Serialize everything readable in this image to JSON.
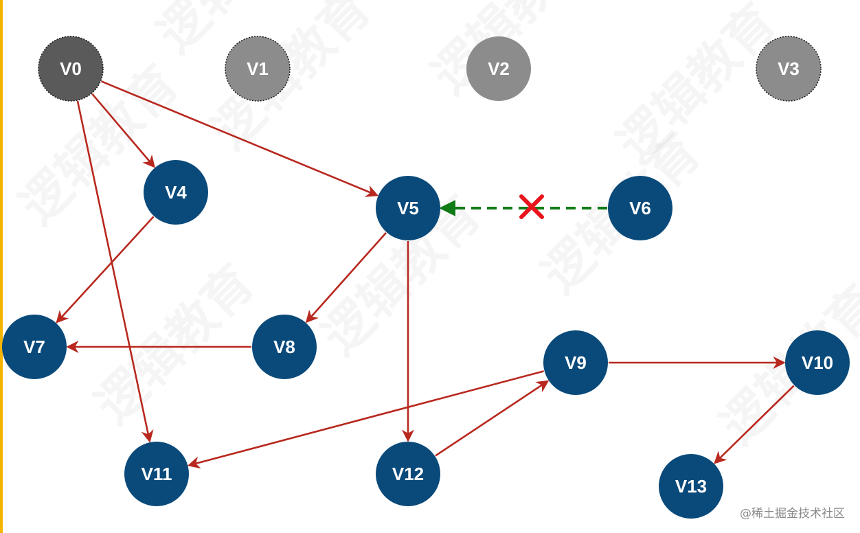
{
  "colors": {
    "visited_dark": "#5a5a5a",
    "unvisited_gray": "#8c8c8c",
    "active_blue": "#0a4a7a",
    "edge_red": "#b8281e",
    "dashed_green": "#0f7a16",
    "cross_red": "#e8141c",
    "accent_bar": "#f5b400"
  },
  "nodes": [
    {
      "id": "V0",
      "label": "V0",
      "state": "visited"
    },
    {
      "id": "V1",
      "label": "V1",
      "state": "unvisited"
    },
    {
      "id": "V2",
      "label": "V2",
      "state": "unvisited"
    },
    {
      "id": "V3",
      "label": "V3",
      "state": "unvisited"
    },
    {
      "id": "V4",
      "label": "V4",
      "state": "active"
    },
    {
      "id": "V5",
      "label": "V5",
      "state": "active"
    },
    {
      "id": "V6",
      "label": "V6",
      "state": "active"
    },
    {
      "id": "V7",
      "label": "V7",
      "state": "active"
    },
    {
      "id": "V8",
      "label": "V8",
      "state": "active"
    },
    {
      "id": "V9",
      "label": "V9",
      "state": "active"
    },
    {
      "id": "V10",
      "label": "V10",
      "state": "active"
    },
    {
      "id": "V11",
      "label": "V11",
      "state": "active"
    },
    {
      "id": "V12",
      "label": "V12",
      "state": "active"
    },
    {
      "id": "V13",
      "label": "V13",
      "state": "active"
    }
  ],
  "edges": [
    {
      "from": "V0",
      "to": "V4",
      "style": "solid"
    },
    {
      "from": "V0",
      "to": "V5",
      "style": "solid"
    },
    {
      "from": "V0",
      "to": "V11",
      "style": "solid"
    },
    {
      "from": "V4",
      "to": "V7",
      "style": "solid"
    },
    {
      "from": "V5",
      "to": "V8",
      "style": "solid"
    },
    {
      "from": "V5",
      "to": "V12",
      "style": "solid"
    },
    {
      "from": "V8",
      "to": "V7",
      "style": "solid"
    },
    {
      "from": "V9",
      "to": "V11",
      "style": "solid"
    },
    {
      "from": "V9",
      "to": "V10",
      "style": "solid"
    },
    {
      "from": "V12",
      "to": "V9",
      "style": "solid"
    },
    {
      "from": "V10",
      "to": "V13",
      "style": "solid"
    },
    {
      "from": "V6",
      "to": "V5",
      "style": "dashed-blocked"
    }
  ],
  "watermark": "逻辑教育",
  "credit": "@稀土掘金技术社区"
}
